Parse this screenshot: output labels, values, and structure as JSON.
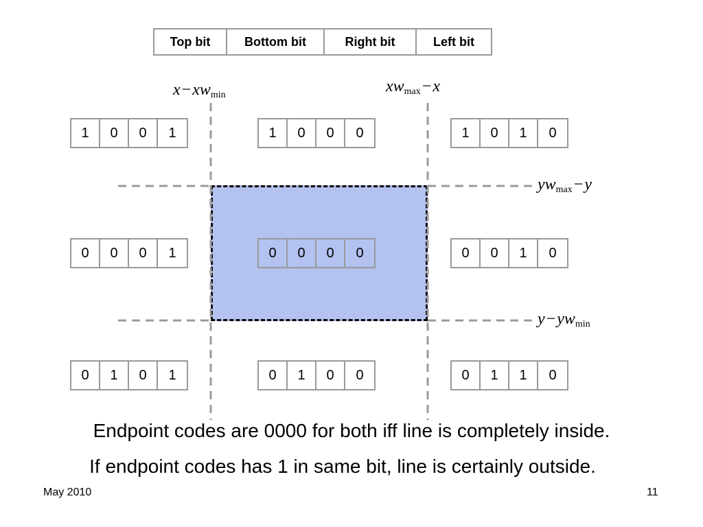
{
  "header": {
    "bits": [
      "Top bit",
      "Bottom bit",
      "Right bit",
      "Left bit"
    ]
  },
  "labels": {
    "x_minus_xwmin": {
      "var": "x",
      "op": "−",
      "term": "xw",
      "sub": "min"
    },
    "xwmax_minus_x": {
      "term": "xw",
      "sub": "max",
      "op": "−",
      "var": "x"
    },
    "ywmax_minus_y": {
      "term": "yw",
      "sub": "max",
      "op": "−",
      "var": "y"
    },
    "y_minus_ywmin": {
      "var": "y",
      "op": "−",
      "term": "yw",
      "sub": "min"
    }
  },
  "codes": {
    "top_left": [
      "1",
      "0",
      "0",
      "1"
    ],
    "top_center": [
      "1",
      "0",
      "0",
      "0"
    ],
    "top_right": [
      "1",
      "0",
      "1",
      "0"
    ],
    "middle_left": [
      "0",
      "0",
      "0",
      "1"
    ],
    "middle_center": [
      "0",
      "0",
      "0",
      "0"
    ],
    "middle_right": [
      "0",
      "0",
      "1",
      "0"
    ],
    "bottom_left": [
      "0",
      "1",
      "0",
      "1"
    ],
    "bottom_center": [
      "0",
      "1",
      "0",
      "0"
    ],
    "bottom_right": [
      "0",
      "1",
      "1",
      "0"
    ]
  },
  "text": {
    "line1": "Endpoint codes are 0000 for both iff line is completely inside.",
    "line2": "If endpoint codes has 1 in same bit, line is certainly outside."
  },
  "footer": {
    "date": "May 2010",
    "page": "11"
  }
}
